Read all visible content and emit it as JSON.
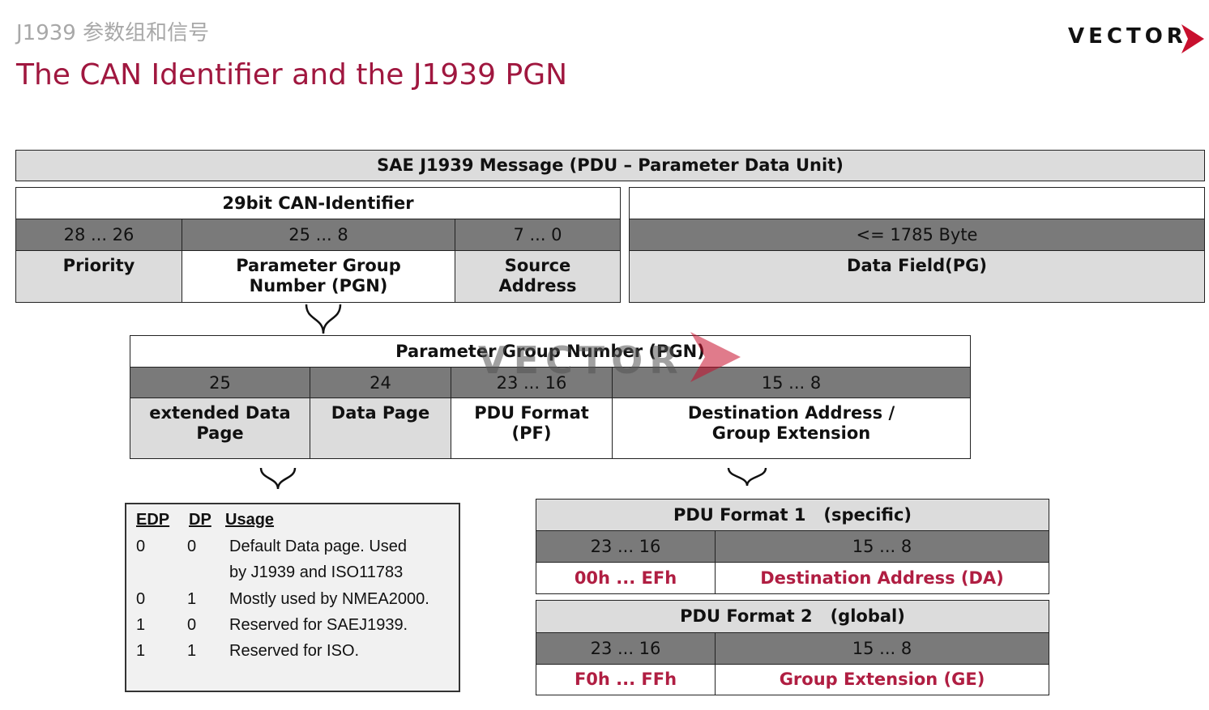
{
  "header": {
    "subtitle": "J1939 参数组和信号",
    "title": "The CAN Identifier and the J1939 PGN",
    "logo_text": "VECTOR"
  },
  "message": {
    "banner": "SAE J1939 Message (PDU – Parameter Data Unit)",
    "can_id_title": "29bit CAN-Identifier",
    "bits": [
      "28 ... 26",
      "25 ... 8",
      "7 ... 0"
    ],
    "fields": [
      "Priority",
      "Parameter Group Number (PGN)",
      "Source Address"
    ],
    "data_bits": "<= 1785 Byte",
    "data_field": "Data Field(PG)"
  },
  "pgn": {
    "title": "Parameter Group Number (PGN)",
    "bits": [
      "25",
      "24",
      "23 ... 16",
      "15 ... 8"
    ],
    "fields": [
      "extended Data Page",
      "Data Page",
      "PDU Format (PF)",
      "Destination Address / Group Extension"
    ]
  },
  "watermark": {
    "text": "VECTOR"
  },
  "legend": {
    "headers": [
      "EDP",
      "DP",
      "Usage"
    ],
    "rows": [
      {
        "edp": "0",
        "dp": "0",
        "usage": "Default Data page. Used"
      },
      {
        "edp": "",
        "dp": "",
        "usage": "by J1939 and ISO11783"
      },
      {
        "edp": "0",
        "dp": "1",
        "usage": "Mostly used by NMEA2000."
      },
      {
        "edp": "1",
        "dp": "0",
        "usage": "Reserved for SAEJ1939."
      },
      {
        "edp": "1",
        "dp": "1",
        "usage": "Reserved for ISO."
      }
    ]
  },
  "pdu1": {
    "title": "PDU Format 1   (specific)",
    "bits": [
      "23 ... 16",
      "15 ... 8"
    ],
    "values": [
      "00h ... EFh",
      "Destination Address (DA)"
    ]
  },
  "pdu2": {
    "title": "PDU Format 2   (global)",
    "bits": [
      "23 ... 16",
      "15 ... 8"
    ],
    "values": [
      "F0h ... FFh",
      "Group Extension (GE)"
    ]
  },
  "colors": {
    "title_red": "#a0173f",
    "value_red": "#b01e42",
    "light_gray": "#dcdcdc",
    "dark_gray": "#7a7a7a",
    "logo_red": "#c8102e"
  }
}
